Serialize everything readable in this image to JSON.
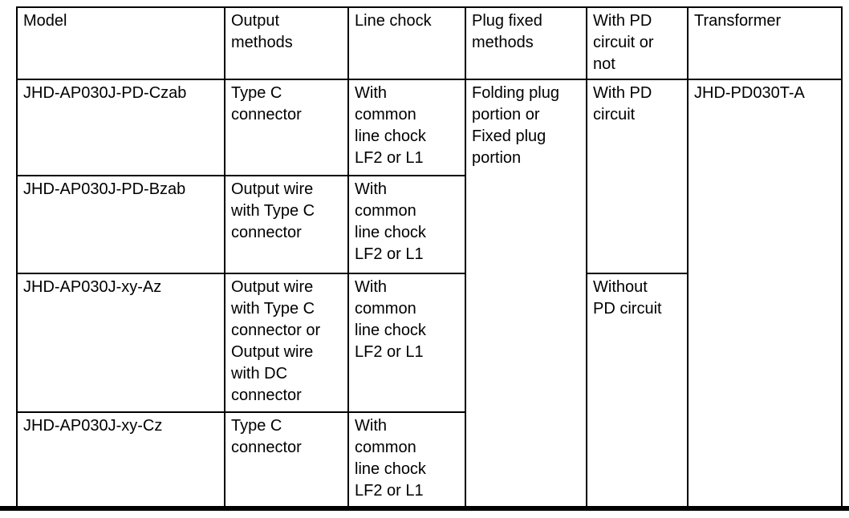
{
  "page": {
    "background_color": "#ffffff",
    "border_color": "#000000",
    "text_color": "#000000"
  },
  "table": {
    "columns": [
      {
        "key": "model",
        "label": "Model"
      },
      {
        "key": "output_methods",
        "label": "Output\nmethods"
      },
      {
        "key": "line_chock",
        "label": "Line chock"
      },
      {
        "key": "plug_fixed_methods",
        "label": "Plug fixed\nmethods"
      },
      {
        "key": "pd_circuit",
        "label": "With PD\ncircuit or\nnot"
      },
      {
        "key": "transformer",
        "label": "Transformer"
      }
    ],
    "rows": [
      {
        "model": "JHD-AP030J-PD-Czab",
        "output_methods": "Type C\nconnector",
        "line_chock": "With\ncommon\nline chock\nLF2 or L1"
      },
      {
        "model": "JHD-AP030J-PD-Bzab",
        "output_methods": "Output wire\nwith Type C\nconnector",
        "line_chock": "With\ncommon\nline chock\nLF2 or L1"
      },
      {
        "model": "JHD-AP030J-xy-Az",
        "output_methods": "Output wire\nwith Type C\nconnector or\nOutput wire\nwith DC\nconnector",
        "line_chock": "With\ncommon\nline chock\nLF2 or L1"
      },
      {
        "model": "JHD-AP030J-xy-Cz",
        "output_methods": "Type C\nconnector",
        "line_chock": "With\ncommon\nline chock\nLF2 or L1"
      }
    ],
    "merged": {
      "plug_fixed_methods": "Folding plug\nportion or\nFixed plug\nportion",
      "pd_with": "With PD\ncircuit",
      "pd_without": "Without\nPD circuit",
      "transformer": "JHD-PD030T-A"
    }
  }
}
